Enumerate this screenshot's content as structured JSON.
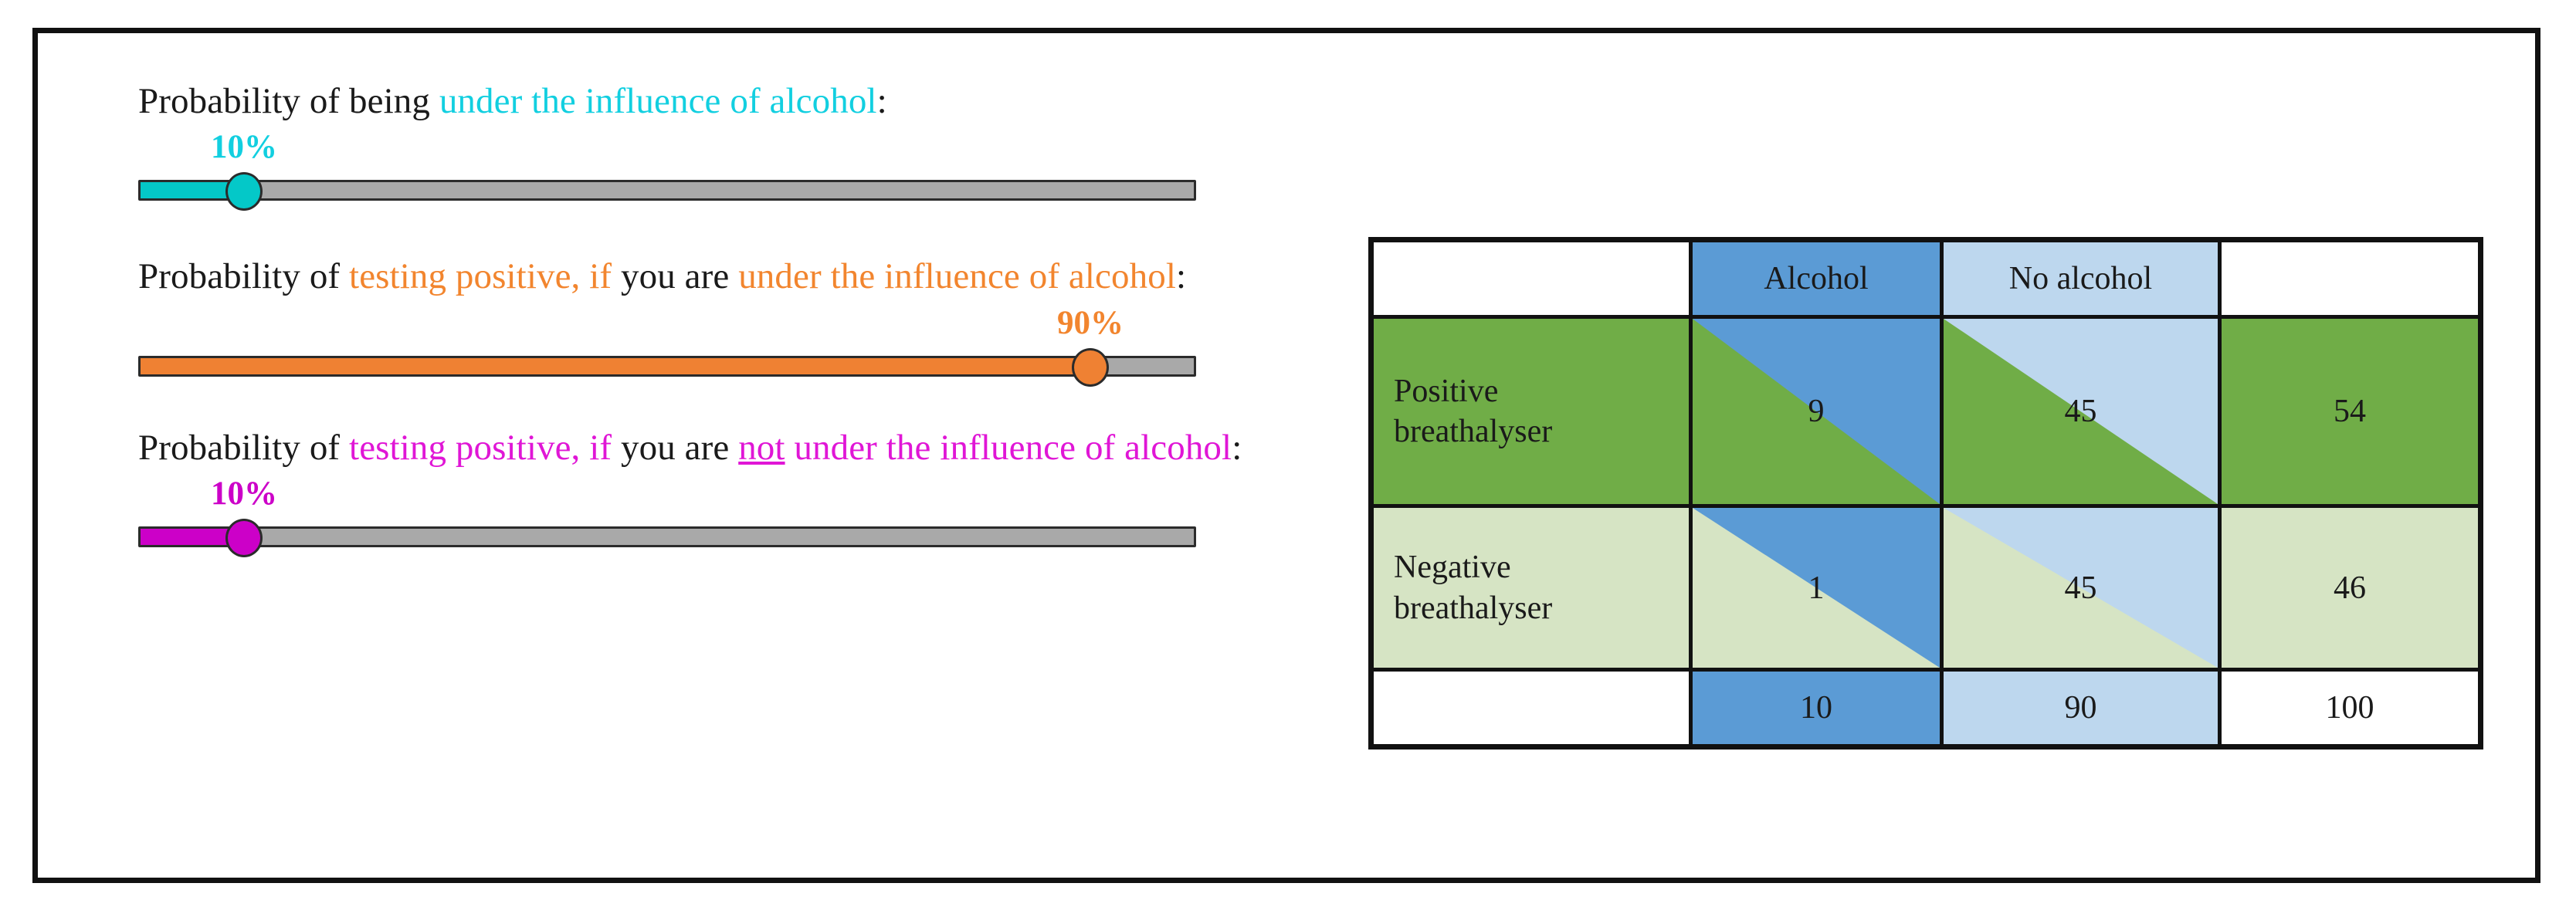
{
  "figure": {
    "frame_border_color": "#111111",
    "background": "#ffffff"
  },
  "colors": {
    "cyan": "#12cfe0",
    "orange": "#f2852e",
    "magenta": "#cc00c8",
    "alcohol_blue": "#5b9bd5",
    "no_alcohol_blue": "#bdd7ee",
    "positive_green": "#70ad47",
    "negative_green": "#d6e4c4",
    "track_grey": "#a9a9a9"
  },
  "sliders": [
    {
      "name": "prior-alcohol",
      "prompt_parts": [
        {
          "text": "Probability of being ",
          "style": "plain"
        },
        {
          "text": "under the influence of alcohol",
          "style": "cyan"
        },
        {
          "text": ":",
          "style": "plain"
        }
      ],
      "value_label": "10%",
      "value_percent": 10,
      "accent": "cyan"
    },
    {
      "name": "sensitivity",
      "prompt_parts": [
        {
          "text": "Probability of ",
          "style": "plain"
        },
        {
          "text": "testing positive, if",
          "style": "orange"
        },
        {
          "text": " you are ",
          "style": "plain"
        },
        {
          "text": "under the influence of alcohol",
          "style": "orange"
        },
        {
          "text": ":",
          "style": "plain"
        }
      ],
      "value_label": "90%",
      "value_percent": 90,
      "accent": "orange"
    },
    {
      "name": "false-positive-rate",
      "prompt_parts": [
        {
          "text": "Probability of ",
          "style": "plain"
        },
        {
          "text": "testing positive, if",
          "style": "magenta"
        },
        {
          "text": " you are ",
          "style": "plain"
        },
        {
          "text": "not",
          "style": "magenta-underline"
        },
        {
          "text": " under the influence of alcohol",
          "style": "magenta"
        },
        {
          "text": ":",
          "style": "plain"
        }
      ],
      "value_label": "10%",
      "value_percent": 10,
      "accent": "magenta"
    }
  ],
  "table": {
    "name": "contingency-table",
    "corner_blank": "",
    "column_headers": [
      "Alcohol",
      "No alcohol"
    ],
    "column_total_header": "",
    "rows": [
      {
        "label": "Positive breathalyser",
        "label_line1": "Positive",
        "label_line2": "breathalyser",
        "cells": [
          "9",
          "45"
        ],
        "total": "54"
      },
      {
        "label": "Negative breathalyser",
        "label_line1": "Negative",
        "label_line2": "breathalyser",
        "cells": [
          "1",
          "45"
        ],
        "total": "46"
      }
    ],
    "totals_row": {
      "label": "",
      "cells": [
        "10",
        "90"
      ],
      "grand_total": "100"
    }
  }
}
